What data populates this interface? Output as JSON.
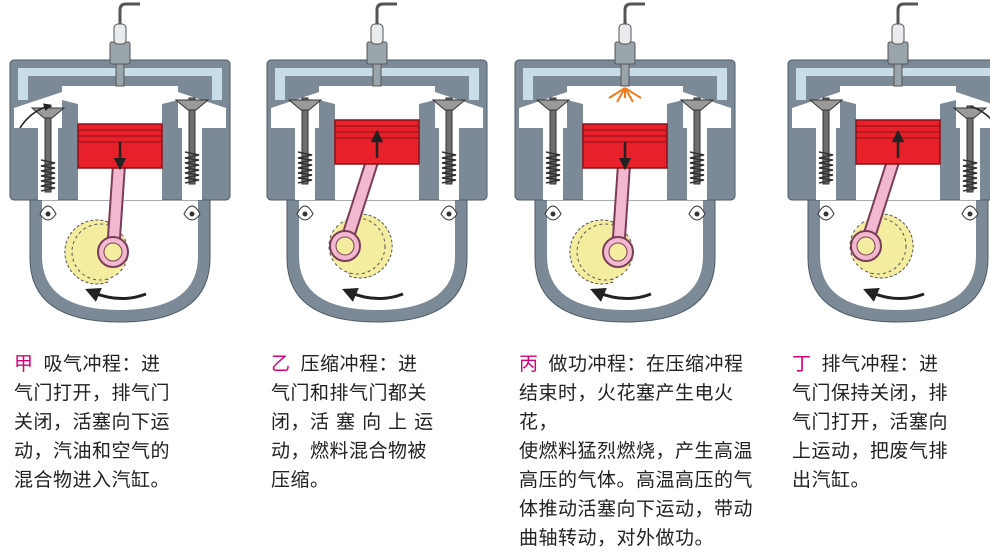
{
  "colors": {
    "casing": "#7b8a96",
    "water_jacket": "#c9dde8",
    "cavity": "#ffffff",
    "piston": "#e8202a",
    "rod": "#f2b8cf",
    "crank": "#f4ec9f",
    "label_accent": "#d6007a"
  },
  "panels": [
    {
      "label": "甲",
      "lines": [
        "吸气冲程：进",
        "气门打开，排气门",
        "关闭，活塞向下运",
        "动，汽油和空气的",
        "混合物进入汽缸。"
      ],
      "piston_direction": "down",
      "intake_open": true,
      "exhaust_open": false,
      "spark": false
    },
    {
      "label": "乙",
      "lines": [
        "压缩冲程：进",
        "气门和排气门都关",
        "闭，活 塞 向 上 运",
        "动，燃料混合物被",
        "压缩。"
      ],
      "piston_direction": "up",
      "intake_open": false,
      "exhaust_open": false,
      "spark": false
    },
    {
      "label": "丙",
      "lines": [
        "做功冲程：在压缩冲程",
        "结束时，火花塞产生电火花，",
        "使燃料猛烈燃烧，产生高温",
        "高压的气体。高温高压的气",
        "体推动活塞向下运动，带动",
        "曲轴转动，对外做功。"
      ],
      "piston_direction": "down",
      "intake_open": false,
      "exhaust_open": false,
      "spark": true
    },
    {
      "label": "丁",
      "lines": [
        "排气冲程：进",
        "气门保持关闭，排",
        "气门打开，活塞向",
        "上运动，把废气排",
        "出汽缸。"
      ],
      "piston_direction": "up",
      "intake_open": false,
      "exhaust_open": true,
      "spark": false
    }
  ]
}
